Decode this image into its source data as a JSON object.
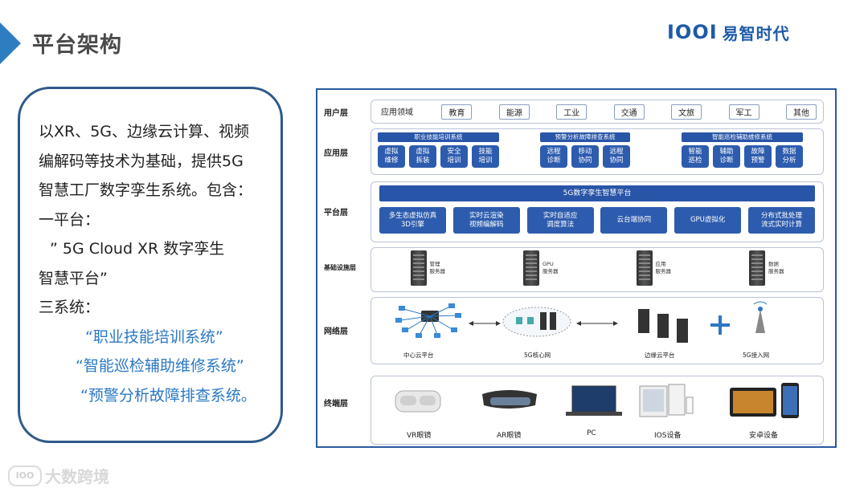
{
  "header": {
    "title": "平台架构",
    "logo_mark": "IOOI",
    "logo_text": "易智时代"
  },
  "left_panel": {
    "lines": [
      "以XR、5G、边缘云计算、视频",
      "编解码等技术为基础，提供5G",
      "智慧工厂数字孪生系统。包含：",
      "一平台：",
      "”  5G Cloud XR 数字孪生",
      "智慧平台”",
      "三系统：",
      "“职业技能培训系统”",
      "“智能巡检辅助维修系统”",
      "“预警分析故障排查系统。"
    ]
  },
  "watermark": {
    "text": "大数跨境",
    "icon_text": "IOO"
  },
  "diagram": {
    "layers": {
      "user": "用户层",
      "app": "应用层",
      "platform": "平台层",
      "infra": "基础设施层",
      "network": "网络层",
      "terminal": "终端层"
    },
    "user_items": [
      "应用领域",
      "教育",
      "能源",
      "工业",
      "交通",
      "文旅",
      "军工",
      "其他"
    ],
    "app_groups": [
      {
        "name": "职业技能培训系统",
        "buttons": [
          "虚拟\n维修",
          "虚拟\n拆装",
          "安全\n培训",
          "技能\n培训"
        ]
      },
      {
        "name": "预警分析故障排查系统",
        "buttons": [
          "远程\n诊断",
          "移动\n协同",
          "远程\n协同"
        ]
      },
      {
        "name": "智能巡检辅助维修系统",
        "buttons": [
          "智能\n巡检",
          "辅助\n诊断",
          "故障\n预警",
          "数据\n分析"
        ]
      }
    ],
    "platform_title": "5G数字孪生智慧平台",
    "platform_buttons": [
      "多生态虚拟仿真\n3D引擎",
      "实时云渲染\n视频编解码",
      "实时自适应\n调度算法",
      "云台端协同",
      "GPU虚拟化",
      "分布式批处理\n流式实时计算"
    ],
    "servers": [
      "管理\n服务器",
      "GPU\n服务器",
      "应用\n服务器",
      "数据\n服务器"
    ],
    "network_labels": [
      "中心云平台",
      "5G核心网",
      "边缘云平台",
      "5G接入网"
    ],
    "terminal_labels": [
      "VR眼镜",
      "AR眼镜",
      "PC",
      "IOS设备",
      "安卓设备"
    ]
  },
  "colors": {
    "accent": "#2e7dc1",
    "panel_border": "#2f5a8a",
    "node_blue": "#2d5cae",
    "quote_blue": "#2a78c4"
  }
}
